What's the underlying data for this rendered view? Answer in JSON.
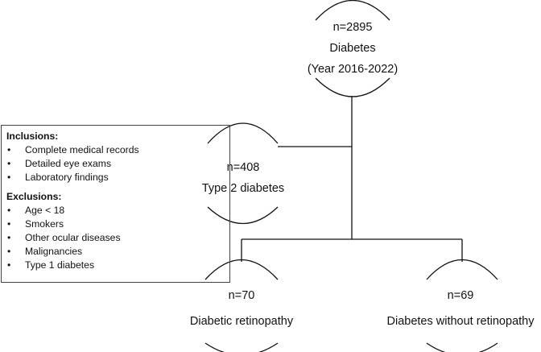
{
  "nodes": {
    "top": {
      "count": "n=2895",
      "label": "Diabetes",
      "sublabel": "(Year 2016-2022)"
    },
    "excluded": {
      "count": "n=408",
      "label": "Type 2 diabetes"
    },
    "left": {
      "count": "n=70",
      "label": "Diabetic retinopathy"
    },
    "right": {
      "count": "n=69",
      "label": "Diabetes without retinopathy"
    }
  },
  "criteria": {
    "inclusions_title": "Inclusions:",
    "inclusions": [
      "Complete medical records",
      "Detailed eye exams",
      "Laboratory findings"
    ],
    "exclusions_title": "Exclusions:",
    "exclusions": [
      "Age < 18",
      "Smokers",
      "Other ocular diseases",
      "Malignancies",
      "Type 1 diabetes"
    ]
  }
}
